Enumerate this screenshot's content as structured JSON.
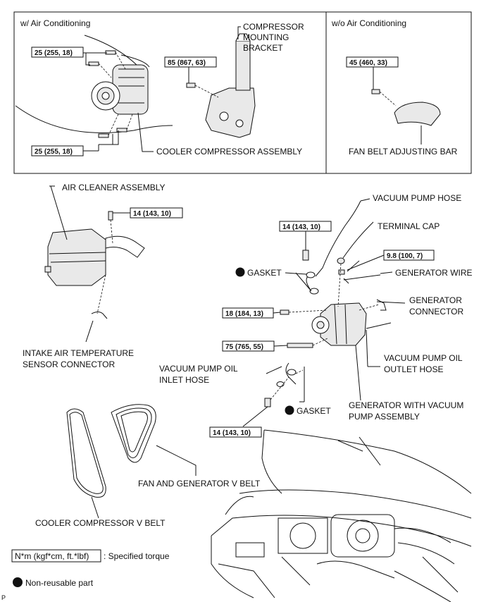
{
  "panels": {
    "with_ac": "w/ Air Conditioning",
    "without_ac": "w/o Air Conditioning"
  },
  "labels": {
    "compressor_mounting_bracket": [
      "COMPRESSOR",
      "MOUNTING",
      "BRACKET"
    ],
    "cooler_compressor_assembly": "COOLER COMPRESSOR ASSEMBLY",
    "fan_belt_adjusting_bar": "FAN BELT ADJUSTING BAR",
    "air_cleaner_assembly": "AIR CLEANER ASSEMBLY",
    "intake_air_temp_sensor_connector": [
      "INTAKE AIR TEMPERATURE",
      "SENSOR CONNECTOR"
    ],
    "vacuum_pump_hose": "VACUUM PUMP HOSE",
    "terminal_cap": "TERMINAL CAP",
    "gasket_upper": "GASKET",
    "generator_wire": "GENERATOR WIRE",
    "generator_connector": [
      "GENERATOR",
      "CONNECTOR"
    ],
    "vacuum_pump_oil_inlet_hose": [
      "VACUUM PUMP OIL",
      "INLET HOSE"
    ],
    "vacuum_pump_oil_outlet_hose": [
      "VACUUM PUMP OIL",
      "OUTLET HOSE"
    ],
    "gasket_lower": "GASKET",
    "generator_with_vacuum_pump": [
      "GENERATOR WITH VACUUM",
      "PUMP ASSEMBLY"
    ],
    "fan_and_generator_v_belt": "FAN AND GENERATOR V BELT",
    "cooler_compressor_v_belt": "COOLER COMPRESSOR V BELT"
  },
  "torques": {
    "compressor_upper": "25 (255, 18)",
    "compressor_lower": "25 (255, 18)",
    "bracket": "85 (867, 63)",
    "adjusting_bar": "45 (460, 33)",
    "air_cleaner": "14 (143, 10)",
    "vacuum_hose_bolt": "14 (143, 10)",
    "generator_wire_nut": "9.8 (100, 7)",
    "generator_bolt_upper": "18 (184, 13)",
    "generator_bolt_lower": "75 (765, 55)",
    "inlet_hose_bolt": "14 (143, 10)"
  },
  "legend": {
    "torque_unit": "N*m (kgf*cm, ft.*lbf)",
    "torque_desc": ": Specified torque",
    "non_reusable": "Non-reusable part"
  },
  "corner_mark": "P"
}
